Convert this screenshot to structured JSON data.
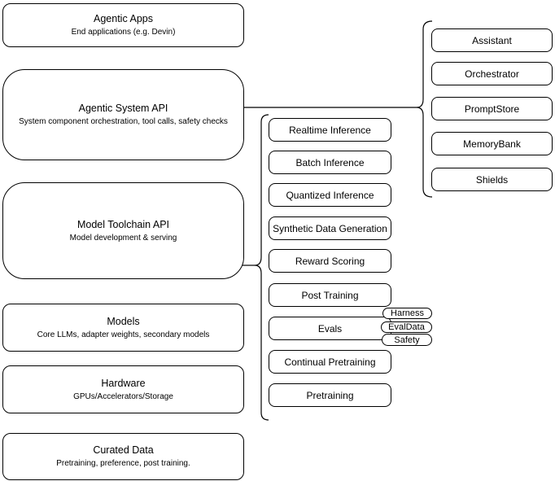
{
  "diagram": {
    "colors": {
      "stroke": "#000000",
      "fill": "#ffffff",
      "background": "#ffffff",
      "text": "#000000"
    },
    "stack": {
      "boxes": [
        {
          "title": "Agentic Apps",
          "subtitle": "End applications (e.g. Devin)"
        },
        {
          "title": "Agentic System API",
          "subtitle": "System component orchestration, tool calls, safety checks"
        },
        {
          "title": "Model Toolchain API",
          "subtitle": "Model development & serving"
        },
        {
          "title": "Models",
          "subtitle": "Core LLMs, adapter weights, secondary models"
        },
        {
          "title": "Hardware",
          "subtitle": "GPUs/Accelerators/Storage"
        },
        {
          "title": "Curated Data",
          "subtitle": "Pretraining, preference, post training."
        }
      ]
    },
    "toolchain_group": {
      "boxes": [
        {
          "label": "Realtime Inference"
        },
        {
          "label": "Batch Inference"
        },
        {
          "label": "Quantized Inference"
        },
        {
          "label": "Synthetic Data Generation"
        },
        {
          "label": "Reward Scoring"
        },
        {
          "label": "Post Training"
        },
        {
          "label": "Evals"
        },
        {
          "label": "Continual Pretraining"
        },
        {
          "label": "Pretraining"
        }
      ]
    },
    "system_group": {
      "boxes": [
        {
          "label": "Assistant"
        },
        {
          "label": "Orchestrator"
        },
        {
          "label": "PromptStore"
        },
        {
          "label": "MemoryBank"
        },
        {
          "label": "Shields"
        }
      ]
    },
    "eval_tags": [
      {
        "label": "Harness"
      },
      {
        "label": "EvalData"
      },
      {
        "label": "Safety"
      }
    ]
  }
}
